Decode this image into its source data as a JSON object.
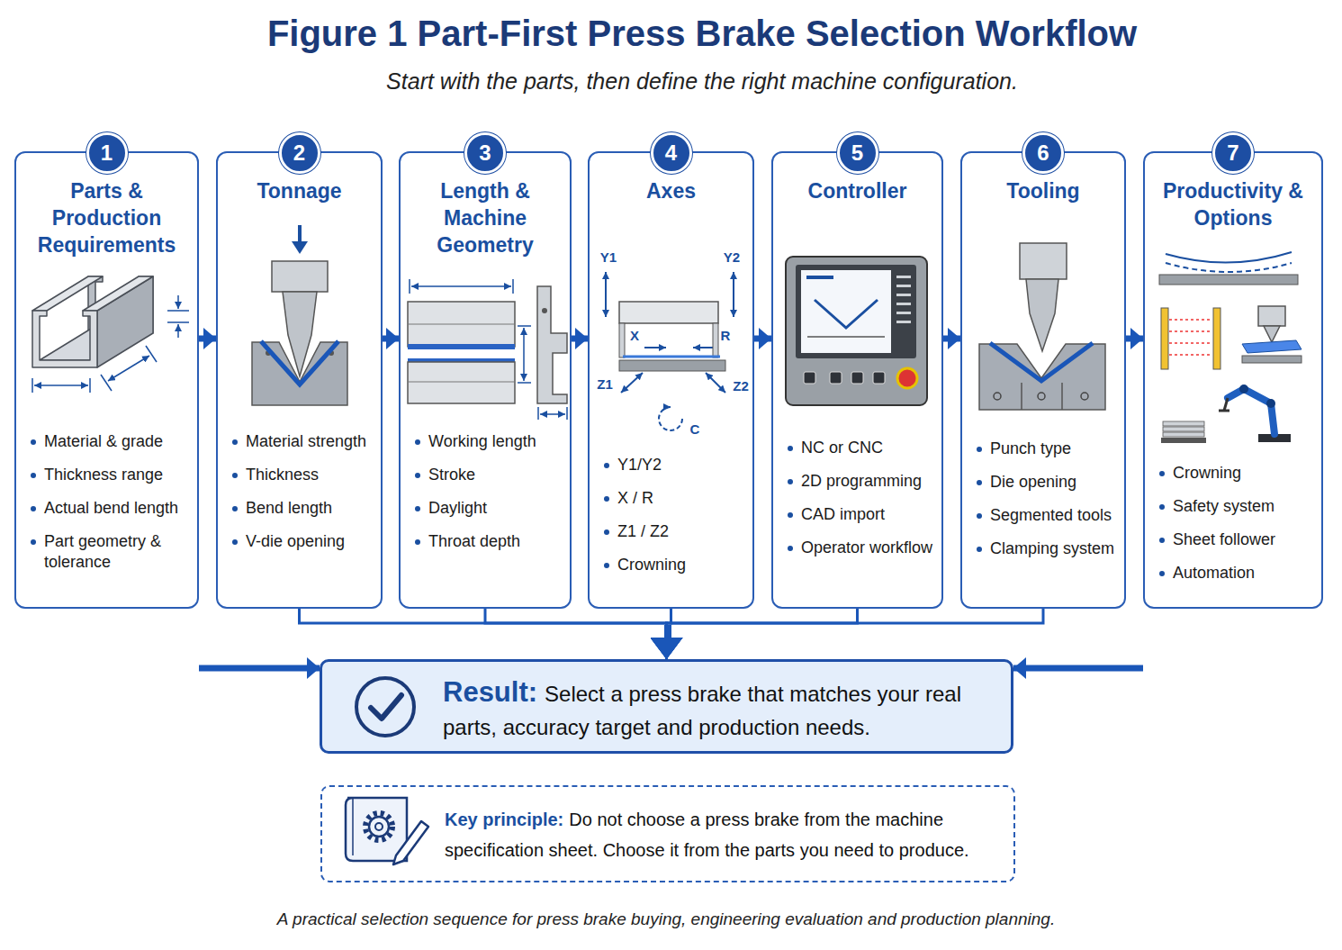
{
  "diagram": {
    "title": "Figure 1 Part-First Press Brake Selection Workflow",
    "caption": "A practical selection sequence for press brake buying, engineering evaluation and production planning.",
    "nodes": [
      {
        "text": [
          "Parts & Production Requirements",
          "Material & grade",
          "Thickness range",
          "Actual bend length",
          "Part geometry & tolerance"
        ]
      },
      {
        "text": [
          "1"
        ],
        "in": 0
      },
      {
        "text": [
          "Tonnage",
          "Material strength",
          "Thickness",
          "Bend length",
          "V-die opening"
        ]
      },
      {
        "text": [
          "2"
        ],
        "in": 2
      },
      {
        "text": [
          "Length & Machine Geometry",
          "Working length",
          "Stroke",
          "Daylight",
          "Throat depth"
        ]
      },
      {
        "text": [
          "3"
        ],
        "in": 4
      },
      {
        "text": [
          "Axes",
          "Y1/Y2",
          "X / R",
          "Z1 / Z2",
          "Crowning"
        ]
      },
      {
        "text": [
          "4"
        ],
        "in": 6
      },
      {
        "text": [
          "Controller",
          "NC or CNC",
          "2D programming",
          "CAD import",
          "Operator workflow"
        ]
      },
      {
        "text": [
          "5"
        ],
        "in": 8
      },
      {
        "text": [
          "Tooling",
          "Punch type",
          "Die opening",
          "Segmented tools",
          "Clamping system"
        ]
      },
      {
        "text": [
          "6"
        ],
        "in": 10
      },
      {
        "text": [
          "Productivity & Options",
          "Crowning",
          "Safety system",
          "Sheet follower",
          "Automation"
        ]
      },
      {
        "text": [
          "7"
        ],
        "in": 12
      },
      {
        "text": [
          "Result:",
          "Select a press brake that matches your real parts, accuracy target and production needs."
        ]
      },
      {
        "text": [
          "Key principle:",
          "Do not choose a press brake from the machine specification sheet. Choose it from the parts you need to produce."
        ]
      }
    ],
    "edges": [
      {
        "from": 0,
        "to": 2,
        "arrow": "to"
      },
      {
        "from": 2,
        "to": 4,
        "arrow": "to"
      },
      {
        "from": 4,
        "to": 6,
        "arrow": "to"
      },
      {
        "from": 6,
        "to": 8,
        "arrow": "to"
      },
      {
        "from": 8,
        "to": 10,
        "arrow": "to"
      },
      {
        "from": 10,
        "to": 12,
        "arrow": "to"
      },
      {
        "from": 0,
        "to": 14,
        "arrow": "to"
      },
      {
        "from": 2,
        "to": 14,
        "arrow": "to"
      },
      {
        "from": 4,
        "to": 14,
        "arrow": "to"
      },
      {
        "from": 6,
        "to": 14,
        "arrow": "to"
      },
      {
        "from": 8,
        "to": 14,
        "arrow": "to"
      },
      {
        "from": 10,
        "to": 14,
        "arrow": "to"
      },
      {
        "from": 12,
        "to": 14,
        "arrow": "to"
      }
    ],
    "labels": [
      "Start with the parts, then define the right machine configuration.",
      "Y1",
      "Y2",
      "X",
      "R",
      "Z1",
      "Z2",
      "C"
    ]
  }
}
